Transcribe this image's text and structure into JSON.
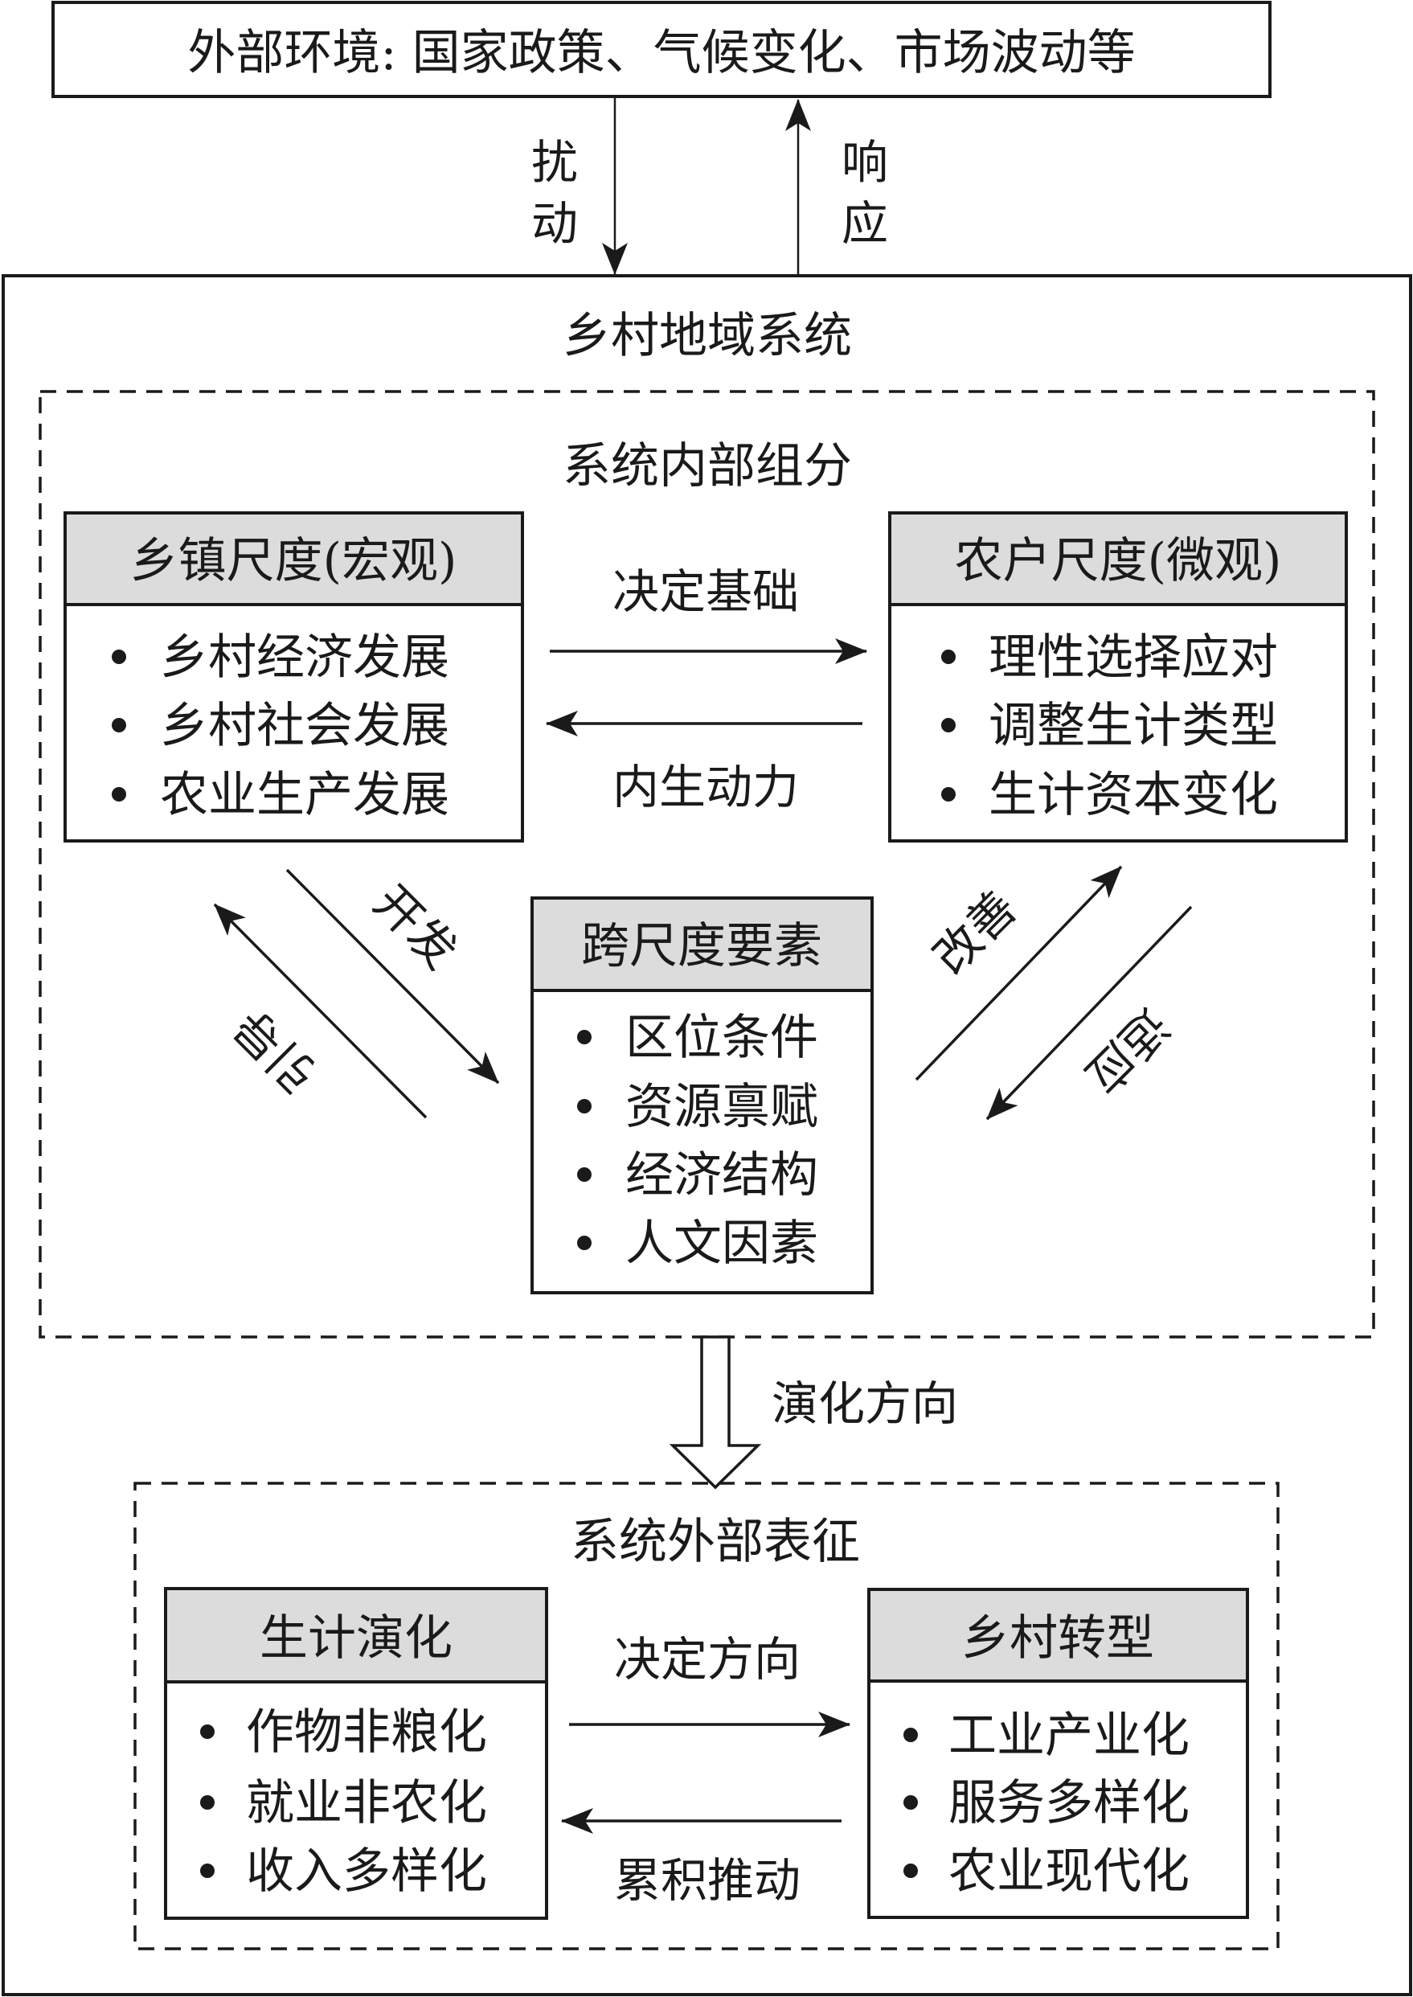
{
  "external": {
    "label": "外部环境: 国家政策、气候变化、市场波动等",
    "disturb_label": [
      "扰",
      "动"
    ],
    "response_label": [
      "响",
      "应"
    ]
  },
  "system": {
    "title": "乡村地域系统",
    "internal": {
      "title": "系统内部组分",
      "township": {
        "header": "乡镇尺度(宏观)",
        "items": [
          "乡村经济发展",
          "乡村社会发展",
          "农业生产发展"
        ]
      },
      "household": {
        "header": "农户尺度(微观)",
        "items": [
          "理性选择应对",
          "调整生计类型",
          "生计资本变化"
        ]
      },
      "cross_scale": {
        "header": "跨尺度要素",
        "items": [
          "区位条件",
          "资源禀赋",
          "经济结构",
          "人文因素"
        ]
      },
      "links": {
        "decide_basis": "决定基础",
        "endogenous_power": "内生动力",
        "develop": "开发",
        "guide": "引导",
        "improve": "改善",
        "adapt": "适应"
      }
    },
    "evolution_direction": "演化方向",
    "external_features": {
      "title": "系统外部表征",
      "livelihood": {
        "header": "生计演化",
        "items": [
          "作物非粮化",
          "就业非农化",
          "收入多样化"
        ]
      },
      "rural_transformation": {
        "header": "乡村转型",
        "items": [
          "工业产业化",
          "服务多样化",
          "农业现代化"
        ]
      },
      "links": {
        "decide_direction": "决定方向",
        "cumulative_push": "累积推动"
      }
    }
  },
  "colors": {
    "stroke": "#1a1a1a",
    "header_fill": "#dcdcdc",
    "background": "#ffffff"
  }
}
